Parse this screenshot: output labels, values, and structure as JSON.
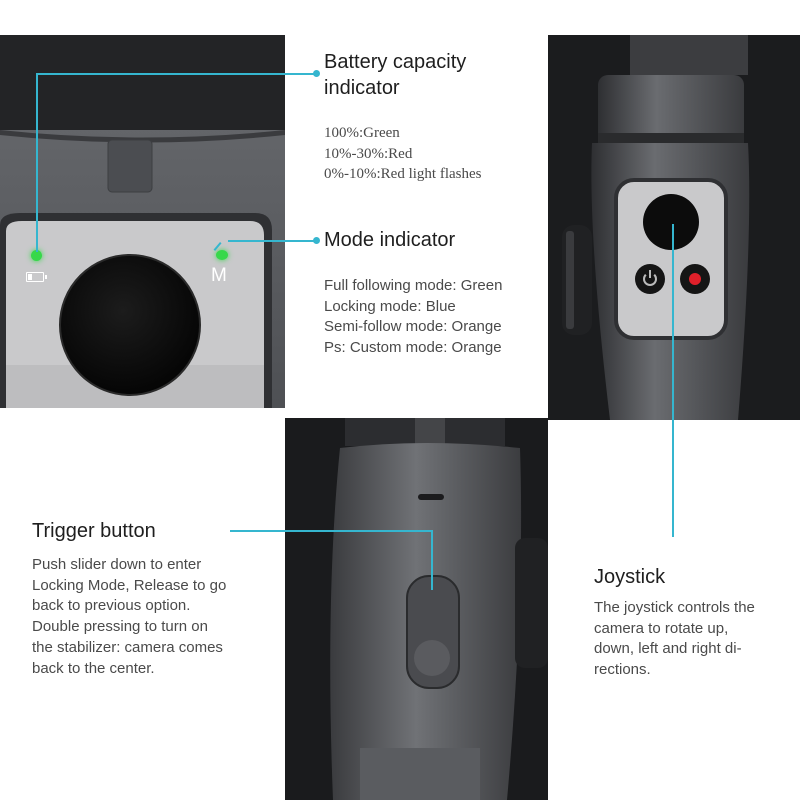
{
  "battery": {
    "title_lines": [
      "Battery capacity",
      "indicator"
    ],
    "lines": [
      "100%:Green",
      "10%-30%:Red",
      "0%-10%:Red light flashes"
    ]
  },
  "mode": {
    "title": "Mode indicator",
    "lines": [
      "Full following mode: Green",
      "Locking mode: Blue",
      "Semi-follow mode: Orange",
      "Ps: Custom mode: Orange"
    ]
  },
  "trigger": {
    "title": "Trigger button",
    "lines": [
      "Push slider down to enter",
      "Locking Mode, Release to go",
      "back to previous option.",
      "Double pressing to turn on",
      "the stabilizer: camera comes",
      "back to the center."
    ]
  },
  "joystick": {
    "title": "Joystick",
    "lines": [
      "The joystick controls the",
      "camera to rotate up,",
      "down, left and right di-",
      "rections."
    ]
  },
  "device": {
    "mode_label": "M"
  },
  "colors": {
    "accent": "#35b6cf",
    "led_green": "#37d84a",
    "record_red": "#e0202a"
  },
  "icons": [
    "battery-icon",
    "power-icon",
    "record-button-icon"
  ]
}
